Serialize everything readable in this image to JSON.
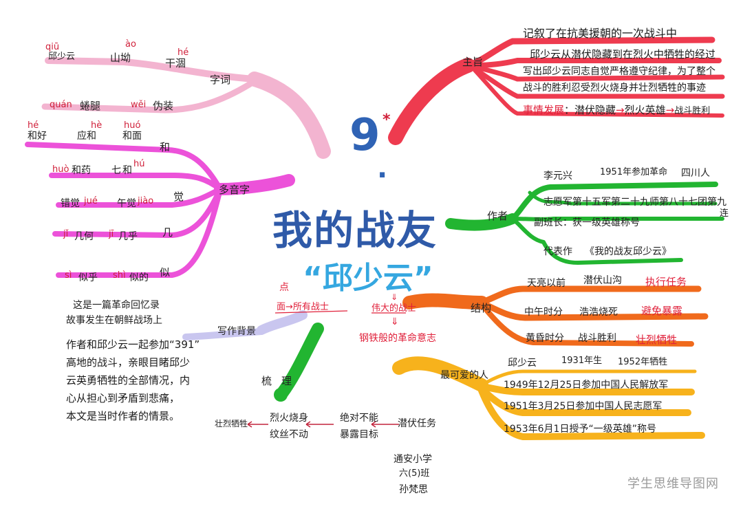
{
  "center": {
    "lesson_no": "9",
    "star": "*",
    "dot": ".",
    "title": "我的战友",
    "subtitle": "“邱少云”"
  },
  "zhuzhi": {
    "label": "主旨",
    "lines": [
      "记叙了在抗美援朝的一次战斗中",
      "邱少云从潜伏隐藏到在烈火中牺牲的经过",
      "写出邱少云同志自觉严格遵守纪律，为了整个",
      "战斗的胜利忍受烈火烧身并壮烈牺牲的事迹"
    ],
    "plot_label": "事情发展",
    "plot_sep": "：",
    "plot_steps": [
      "潜伏隐藏",
      "烈火英雄",
      "战斗胜利"
    ],
    "arrow": "→"
  },
  "zuozhe": {
    "label": "作者",
    "name": "李元兴",
    "year": "1951年参加革命",
    "place": "四川人",
    "unit_line1": "志愿军第十五军第二十九师第八十七团第九",
    "unit_line1_end": "连",
    "rank_line": "副班长：获一级英雄称号",
    "works_label": "代表作",
    "works_title": "《我的战友邱少云》"
  },
  "jiegou": {
    "label": "结构",
    "rows": [
      {
        "time": "天亮以前",
        "event": "潜伏山沟",
        "result": "执行任务"
      },
      {
        "time": "中午时分",
        "event": "浩浩烧死",
        "result": "避免暴露"
      },
      {
        "time": "黄昏时分",
        "event": "战斗胜利",
        "result": "壮烈牺牲"
      }
    ]
  },
  "keai": {
    "label": "最可爱的人",
    "name": "邱少云",
    "born": "1931年生",
    "died": "1952年牺牲",
    "events": [
      "1949年12月25日参加中国人民解放军",
      "1951年3月25日参加中国人民志愿军",
      "1953年6月1日授予“一级英雄”称号"
    ]
  },
  "zici": {
    "label": "字词",
    "words": [
      {
        "py": "qiū",
        "word": "邱少云"
      },
      {
        "py": "ào",
        "word": "山坳"
      },
      {
        "py": "hé",
        "word": "干涸"
      },
      {
        "py": "quán",
        "word": "蜷腿"
      },
      {
        "py": "wěi",
        "word": "伪装"
      }
    ]
  },
  "duoyinzi": {
    "label": "多音字",
    "groups": [
      {
        "char": "和",
        "items": [
          {
            "py": "hé",
            "word": "和好"
          },
          {
            "py": "hè",
            "word": "应和"
          },
          {
            "py": "huó",
            "word": "和面"
          },
          {
            "py": "huò",
            "word": "和药"
          },
          {
            "py": "hú",
            "word": "和"
          },
          {
            "py": "",
            "word": "七"
          }
        ]
      },
      {
        "char": "觉",
        "items": [
          {
            "py": "jué",
            "word": "错觉"
          },
          {
            "py": "jiào",
            "word": "午觉"
          }
        ]
      },
      {
        "char": "几",
        "items": [
          {
            "py": "jǐ",
            "word": "几何"
          },
          {
            "py": "jī",
            "word": "几乎"
          }
        ]
      },
      {
        "char": "似",
        "items": [
          {
            "py": "sì",
            "word": "似乎"
          },
          {
            "py": "shì",
            "word": "似的"
          }
        ]
      }
    ]
  },
  "beijing": {
    "label": "写作背景",
    "line1": "这是一篇革命回忆录",
    "line2": "故事发生在朝鲜战场上",
    "para": [
      "作者和邱少云一起参加“391”",
      "高地的战斗，亲眼目睹邱少",
      "云英勇牺牲的全部情况，内",
      "心从担心到矛盾到悲痛，",
      "本文是当时作者的情景。"
    ]
  },
  "dianmian": {
    "dian": "点",
    "mian": "面→所有战士",
    "great": "伟大的战士",
    "down": "⇓",
    "spirit": "钢铁般的革命意志"
  },
  "shuli": {
    "label": "梳理",
    "c1": "潜伏任务",
    "c2a": "绝对不能",
    "c2b": "暴露目标",
    "c3a": "烈火烧身",
    "c3b": "纹丝不动",
    "c4": "壮烈牺牲"
  },
  "signature": {
    "school": "通安小学",
    "class": "六(5)班",
    "name": "孙梵思"
  },
  "watermark": "学生思维导图网",
  "colors": {
    "red": "#ee3b4f",
    "green": "#22b531",
    "orange": "#f06a1c",
    "yellow": "#f7b21c",
    "pink": "#f1a8c8",
    "magenta": "#ec52d9",
    "lavender": "#c9c6ef",
    "blue": "#2f63b5",
    "sky": "#35a7e0"
  }
}
